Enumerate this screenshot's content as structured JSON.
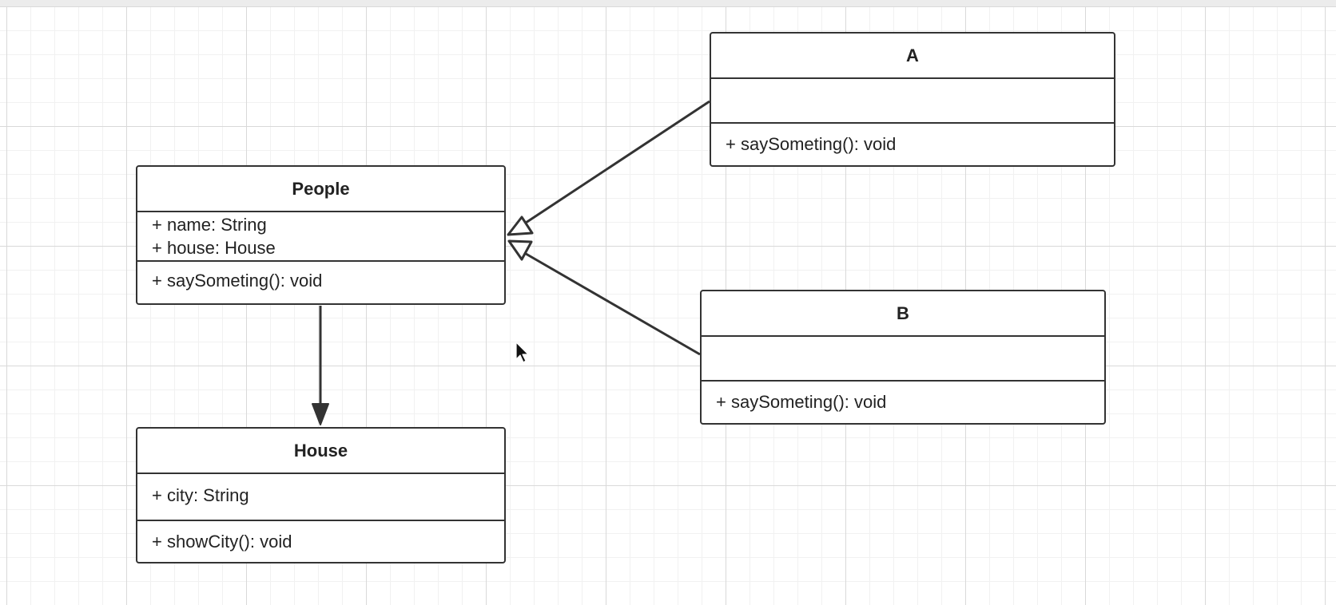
{
  "diagram": {
    "classes": {
      "people": {
        "name": "People",
        "attributes": [
          "+ name: String",
          "+ house: House"
        ],
        "methods": [
          "+ saySometing(): void"
        ]
      },
      "house": {
        "name": "House",
        "attributes": [
          "+ city: String"
        ],
        "methods": [
          "+ showCity(): void"
        ]
      },
      "a": {
        "name": "A",
        "attributes": [],
        "methods": [
          "+ saySometing(): void"
        ]
      },
      "b": {
        "name": "B",
        "attributes": [],
        "methods": [
          "+ saySometing(): void"
        ]
      }
    },
    "relations": [
      {
        "from": "A",
        "to": "People",
        "type": "generalization"
      },
      {
        "from": "B",
        "to": "People",
        "type": "generalization"
      },
      {
        "from": "People",
        "to": "House",
        "type": "association"
      }
    ]
  },
  "icons": {
    "cursor": "mouse-pointer-icon"
  }
}
